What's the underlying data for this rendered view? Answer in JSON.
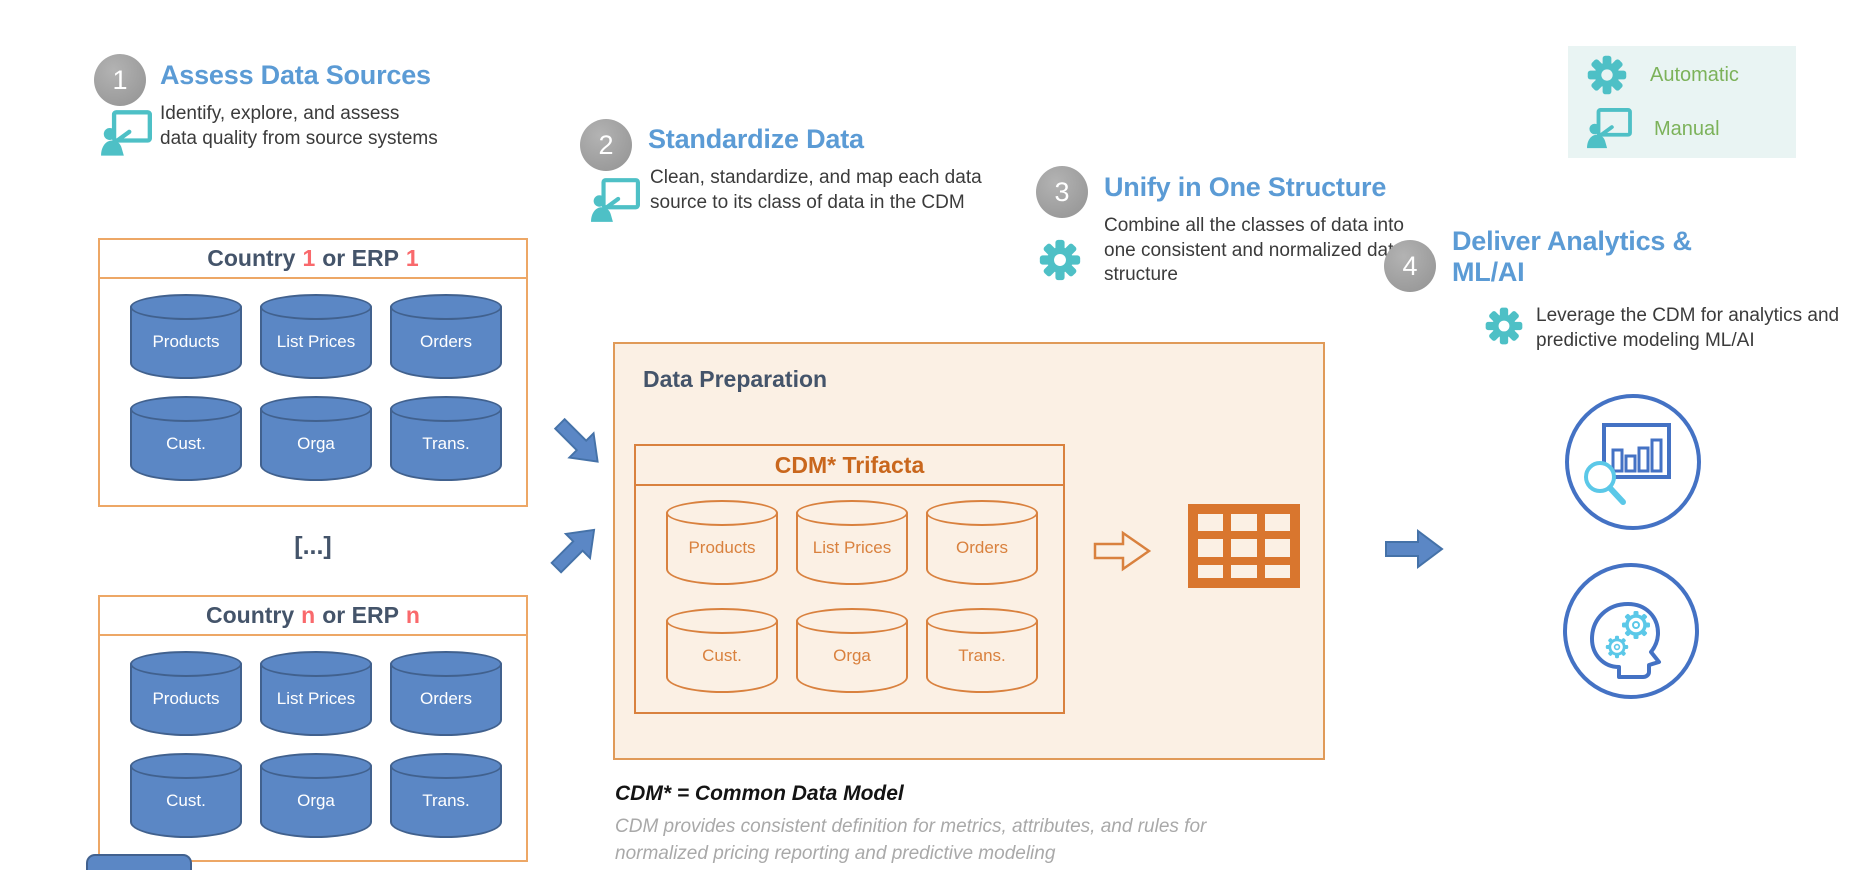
{
  "legend": {
    "automatic_label": "Automatic",
    "manual_label": "Manual"
  },
  "steps": [
    {
      "number": "1",
      "title": "Assess Data Sources",
      "description": "Identify, explore, and assess data quality from source systems",
      "mode": "manual"
    },
    {
      "number": "2",
      "title": "Standardize Data",
      "description": "Clean, standardize, and map each data source to its class of data in the CDM",
      "mode": "manual"
    },
    {
      "number": "3",
      "title": "Unify in One Structure",
      "description": "Combine all the classes of data into one consistent and normalized data structure",
      "mode": "automatic"
    },
    {
      "number": "4",
      "title_line1": "Deliver Analytics &",
      "title_line2": "ML/AI",
      "description": "Leverage the CDM for analytics and predictive modeling ML/AI",
      "mode": "automatic"
    }
  ],
  "source_boxes": [
    {
      "title_prefix": "Country",
      "title_num1": "1",
      "title_middle": "or ERP",
      "title_num2": "1",
      "cylinders": [
        "Products",
        "List Prices",
        "Orders",
        "Cust.",
        "Orga",
        "Trans."
      ]
    },
    {
      "title_prefix": "Country",
      "title_num1": "n",
      "title_middle": "or ERP",
      "title_num2": "n",
      "cylinders": [
        "Products",
        "List Prices",
        "Orders",
        "Cust.",
        "Orga",
        "Trans."
      ]
    }
  ],
  "ellipsis": "[...]",
  "data_preparation": {
    "title": "Data Preparation",
    "cdm_title": "CDM* Trifacta",
    "cylinders": [
      "Products",
      "List Prices",
      "Orders",
      "Cust.",
      "Orga",
      "Trans."
    ]
  },
  "footnote": {
    "definition": "CDM* = Common Data Model",
    "note_line1": "CDM provides consistent definition for metrics, attributes, and rules for",
    "note_line2": "normalized pricing reporting and predictive modeling"
  },
  "colors": {
    "accent_blue": "#5b9bd5",
    "navy": "#44546a",
    "red": "#f9696c",
    "orange": "#d9813e",
    "steel_blue": "#5b87c5",
    "teal": "#4ec0c6",
    "green": "#7cb25a"
  }
}
